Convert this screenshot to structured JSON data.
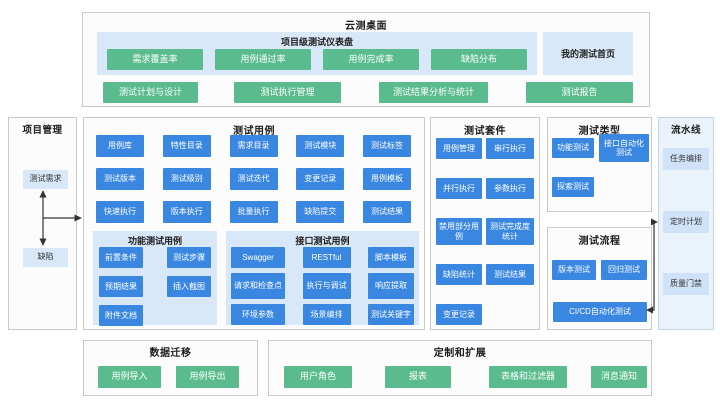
{
  "colors": {
    "button_blue": "#3a87e2",
    "button_green": "#5abc8e",
    "panel_light_blue": "#d8e8f8",
    "pipeline_background": "#eaf2fb",
    "pipeline_chip": "#cfe2f7",
    "panel_border": "#c9c9c9",
    "arrow": "#333333"
  },
  "cloud_desktop": {
    "title": "云测桌面",
    "dashboard": {
      "title": "项目级测试仪表盘",
      "metrics": [
        "需求覆盖率",
        "用例通过率",
        "用例完成率",
        "缺陷分布"
      ]
    },
    "my_home": "我的测试首页",
    "features": [
      "测试计划与设计",
      "测试执行管理",
      "测试结果分析与统计",
      "测试报告"
    ]
  },
  "project_management": {
    "title": "项目管理",
    "nodes": [
      "测试需求",
      "缺陷"
    ]
  },
  "test_cases": {
    "title": "测试用例",
    "buttons": [
      "用例库",
      "特性目录",
      "需求目录",
      "测试模块",
      "测试标签",
      "测试版本",
      "测试级别",
      "测试迭代",
      "变更记录",
      "用例模板",
      "快速执行",
      "版本执行",
      "批量执行",
      "缺陷提交",
      "测试结果"
    ],
    "functional": {
      "title": "功能测试用例",
      "buttons": [
        "前置条件",
        "测试步骤",
        "预期结果",
        "插入截图",
        "附件文档"
      ]
    },
    "api": {
      "title": "接口测试用例",
      "buttons": [
        "Swagger",
        "RESTful",
        "脚本模板",
        "请求和检查点",
        "执行与调试",
        "响应提取",
        "环境参数",
        "场景编排",
        "测试关键字"
      ]
    }
  },
  "test_suites": {
    "title": "测试套件",
    "buttons": [
      "用例管理",
      "串行执行",
      "并行执行",
      "参数执行",
      "禁用部分用例",
      "测试完成度统计",
      "缺陷统计",
      "测试结果",
      "变更记录"
    ]
  },
  "test_types": {
    "title": "测试类型",
    "buttons": [
      "功能测试",
      "接口自动化测试",
      "探索测试"
    ]
  },
  "test_process": {
    "title": "测试流程",
    "buttons": [
      "版本测试",
      "回归测试",
      "CI/CD自动化测试"
    ]
  },
  "pipeline": {
    "title": "流水线",
    "nodes": [
      "任务编排",
      "定时计划",
      "质量门禁"
    ]
  },
  "data_migration": {
    "title": "数据迁移",
    "buttons": [
      "用例导入",
      "用例导出"
    ]
  },
  "customization": {
    "title": "定制和扩展",
    "buttons": [
      "用户角色",
      "报表",
      "表格和过滤器",
      "消息通知"
    ]
  }
}
